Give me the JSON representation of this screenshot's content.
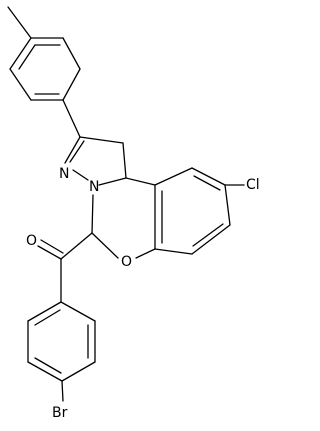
{
  "structure": {
    "atoms": {
      "chlorine": "Cl",
      "bromine": "Br",
      "oxygen_ketone": "O",
      "oxygen_ring": "O",
      "nitrogen_imine": "N",
      "nitrogen_ring": "N"
    }
  },
  "colors": {
    "background": "#ffffff",
    "ink": "#000000"
  }
}
